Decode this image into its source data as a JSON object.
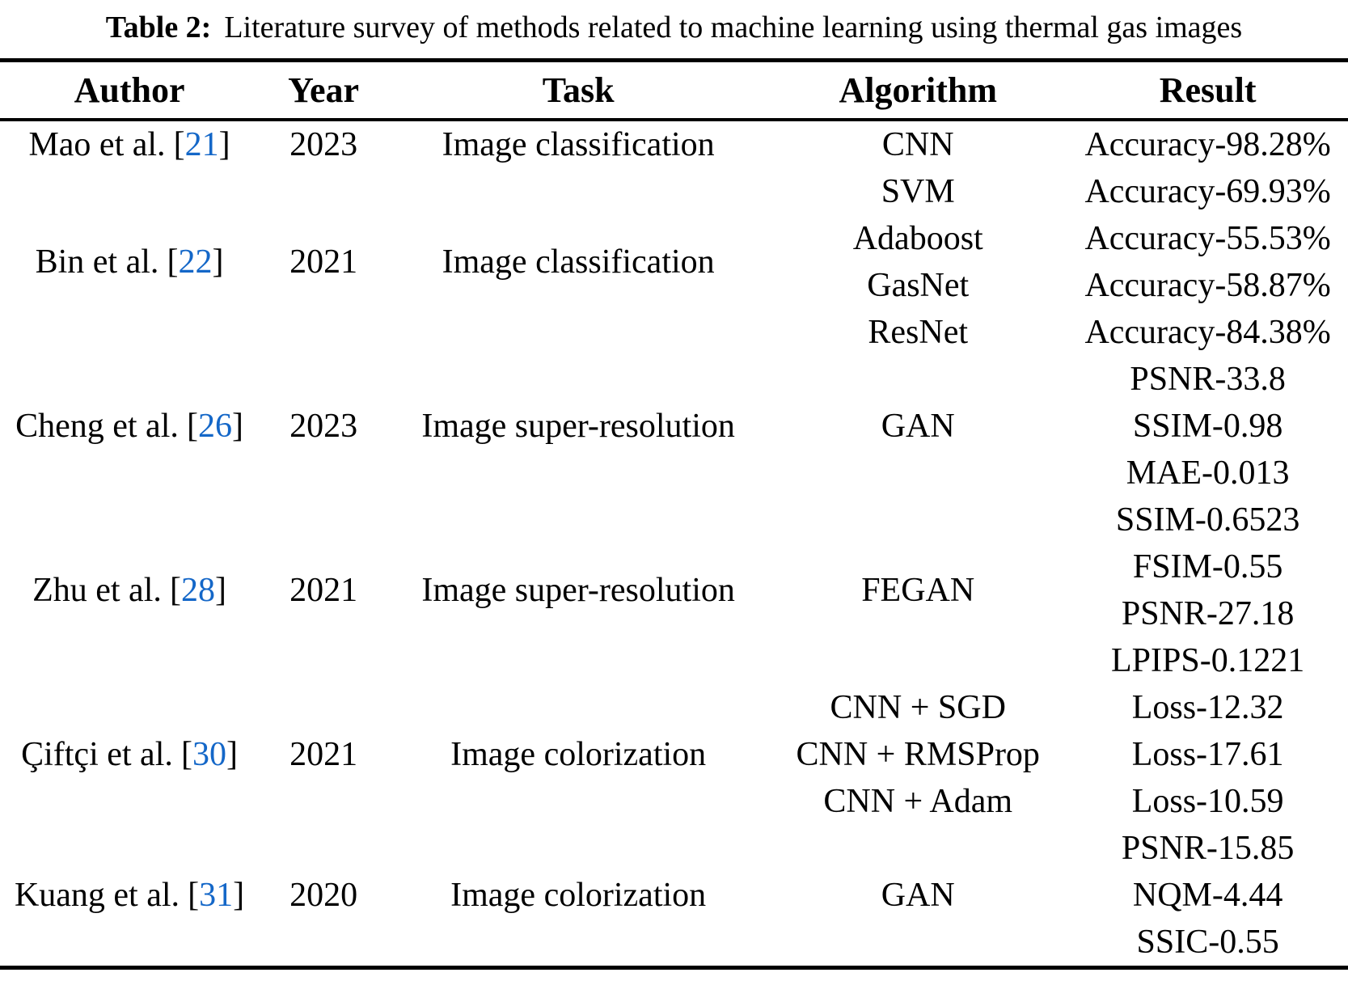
{
  "caption": {
    "label": "Table 2:",
    "text": "Literature survey of methods related to machine learning using thermal gas images"
  },
  "columns": [
    "Author",
    "Year",
    "Task",
    "Algorithm",
    "Result"
  ],
  "citation_brackets": {
    "open": "[",
    "close": "]"
  },
  "rows": [
    {
      "author": "Mao et al.",
      "citation": "21",
      "year": "2023",
      "task": "Image classification",
      "algorithms": [
        "CNN"
      ],
      "results": [
        "Accuracy-98.28%"
      ]
    },
    {
      "author": "Bin et al.",
      "citation": "22",
      "year": "2021",
      "task": "Image classification",
      "algorithms": [
        "SVM",
        "Adaboost",
        "GasNet",
        "ResNet"
      ],
      "results": [
        "Accuracy-69.93%",
        "Accuracy-55.53%",
        "Accuracy-58.87%",
        "Accuracy-84.38%"
      ]
    },
    {
      "author": "Cheng et al.",
      "citation": "26",
      "year": "2023",
      "task": "Image super-resolution",
      "algorithms": [
        "GAN"
      ],
      "results": [
        "PSNR-33.8",
        "SSIM-0.98",
        "MAE-0.013"
      ]
    },
    {
      "author": "Zhu et al.",
      "citation": "28",
      "year": "2021",
      "task": "Image super-resolution",
      "algorithms": [
        "FEGAN"
      ],
      "results": [
        "SSIM-0.6523",
        "FSIM-0.55",
        "PSNR-27.18",
        "LPIPS-0.1221"
      ]
    },
    {
      "author": "Çiftçi et al.",
      "citation": "30",
      "year": "2021",
      "task": "Image colorization",
      "algorithms": [
        "CNN + SGD",
        "CNN + RMSProp",
        "CNN + Adam"
      ],
      "results": [
        "Loss-12.32",
        "Loss-17.61",
        "Loss-10.59"
      ]
    },
    {
      "author": "Kuang et al.",
      "citation": "31",
      "year": "2020",
      "task": "Image colorization",
      "algorithms": [
        "GAN"
      ],
      "results": [
        "PSNR-15.85",
        "NQM-4.44",
        "SSIC-0.55"
      ]
    }
  ],
  "colors": {
    "text": "#000000",
    "background": "#ffffff",
    "rule": "#000000",
    "citation_link": "#1467c8"
  }
}
